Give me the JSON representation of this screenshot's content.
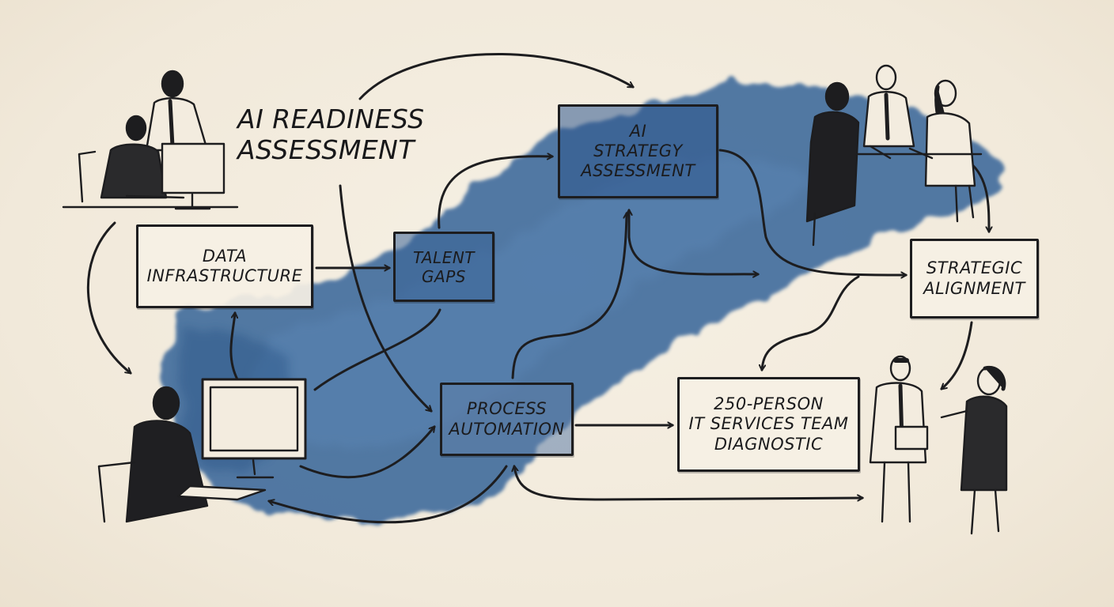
{
  "diagram": {
    "title": "AI READINESS\nASSESSMENT",
    "nodes": {
      "data_infrastructure": "DATA\nINFRASTRUCTURE",
      "talent_gaps": "TALENT\nGAPS",
      "ai_strategy": "AI\nSTRATEGY\nASSESSMENT",
      "strategic_alignment": "STRATEGIC\nALIGNMENT",
      "process_automation": "PROCESS\nAUTOMATION",
      "team_diagnostic": "250-PERSON\nIT SERVICES TEAM\nDIAGNOSTIC"
    }
  },
  "colors": {
    "paper": "#f3ecdf",
    "ink": "#1d1d1f",
    "watercolor_blue": "#2f5f96"
  }
}
